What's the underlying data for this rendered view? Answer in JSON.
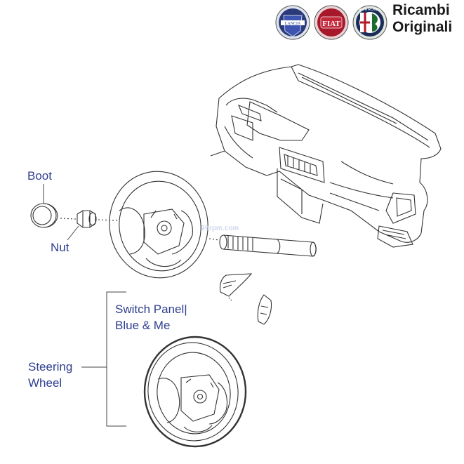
{
  "brand": {
    "line1": "Ricambi",
    "line2": "Originali",
    "logos": [
      {
        "name": "lancia-logo",
        "text": "LANCIA",
        "color": "#2b3a7a"
      },
      {
        "name": "fiat-logo",
        "text": "FIAT",
        "color": "#b0182b"
      },
      {
        "name": "alfa-romeo-logo",
        "text": "ALFA ROMEO",
        "color": "#1e6b2e"
      }
    ]
  },
  "watermark": "99rpm.com",
  "labels": {
    "boot": "Boot",
    "nut": "Nut",
    "switch_panel_line1": "Switch Panel|",
    "switch_panel_line2": "Blue & Me",
    "steering_line1": "Steering",
    "steering_line2": "Wheel"
  },
  "colors": {
    "label": "#2f3d8f",
    "line": "#444444"
  }
}
